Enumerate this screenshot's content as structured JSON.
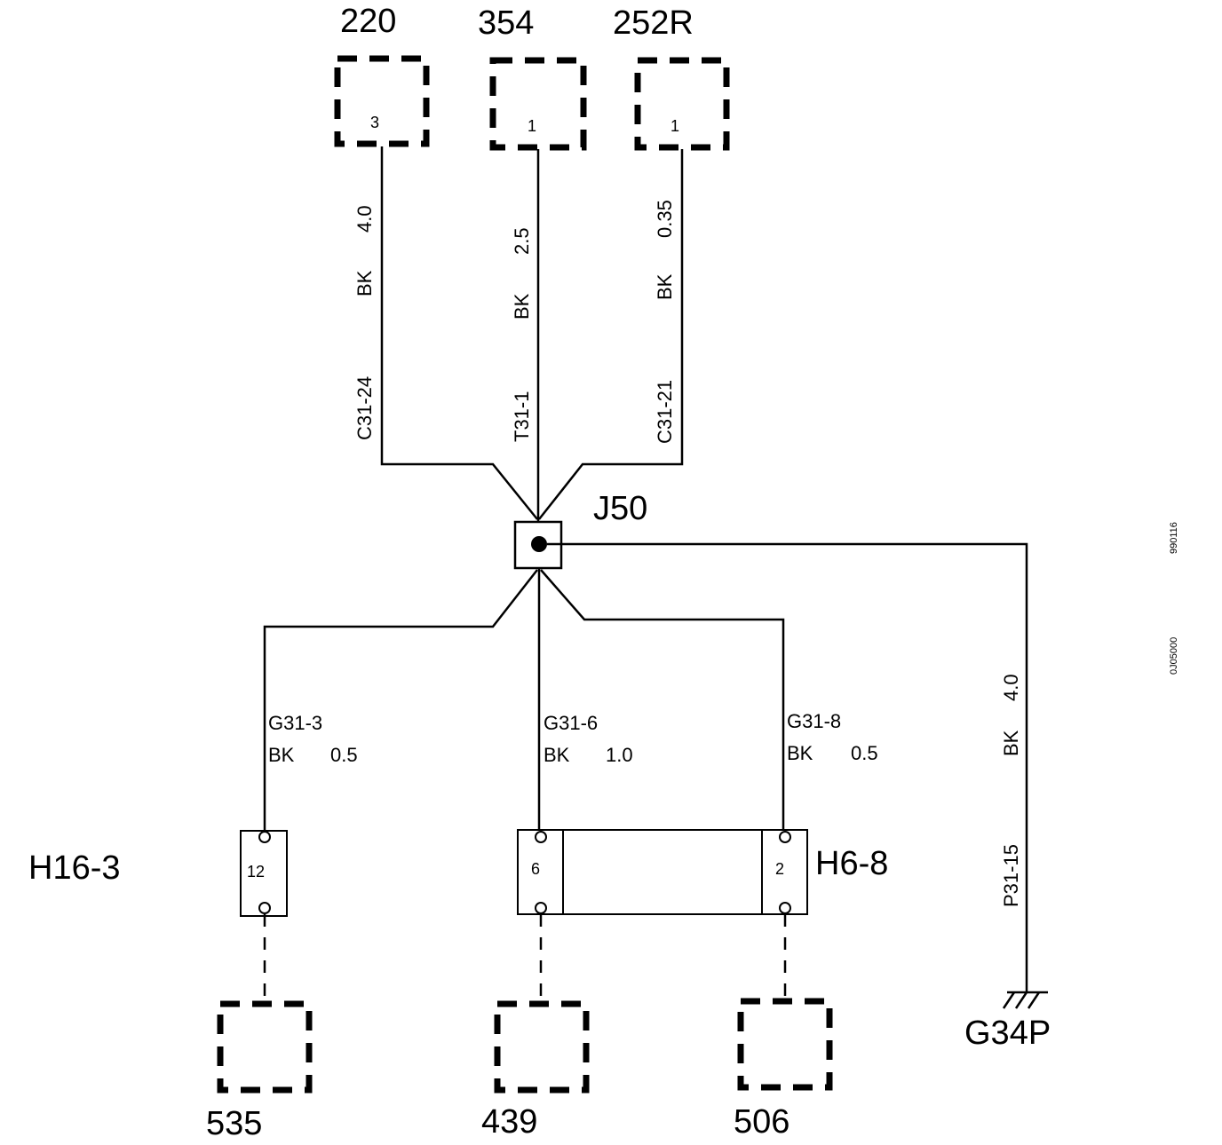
{
  "components_top": [
    {
      "id": "220",
      "pin": "3"
    },
    {
      "id": "354",
      "pin": "1"
    },
    {
      "id": "252R",
      "pin": "1"
    }
  ],
  "wires_top": [
    {
      "size": "4.0",
      "color": "BK",
      "circuit": "C31-24"
    },
    {
      "size": "2.5",
      "color": "BK",
      "circuit": "T31-1"
    },
    {
      "size": "0.35",
      "color": "BK",
      "circuit": "C31-21"
    }
  ],
  "junction": "J50",
  "wires_bottom": [
    {
      "circuit": "G31-3",
      "color": "BK",
      "size": "0.5"
    },
    {
      "circuit": "G31-6",
      "color": "BK",
      "size": "1.0"
    },
    {
      "circuit": "G31-8",
      "color": "BK",
      "size": "0.5"
    }
  ],
  "ground_wire": {
    "size": "4.0",
    "color": "BK",
    "circuit": "P31-15"
  },
  "connectors": [
    {
      "id": "H16-3",
      "pin": "12"
    },
    {
      "id": "H6-8",
      "pins": [
        "6",
        "2"
      ]
    }
  ],
  "components_bottom": [
    "535",
    "439",
    "506"
  ],
  "ground": "G34P",
  "side_codes": [
    "990116",
    "0J05000"
  ]
}
